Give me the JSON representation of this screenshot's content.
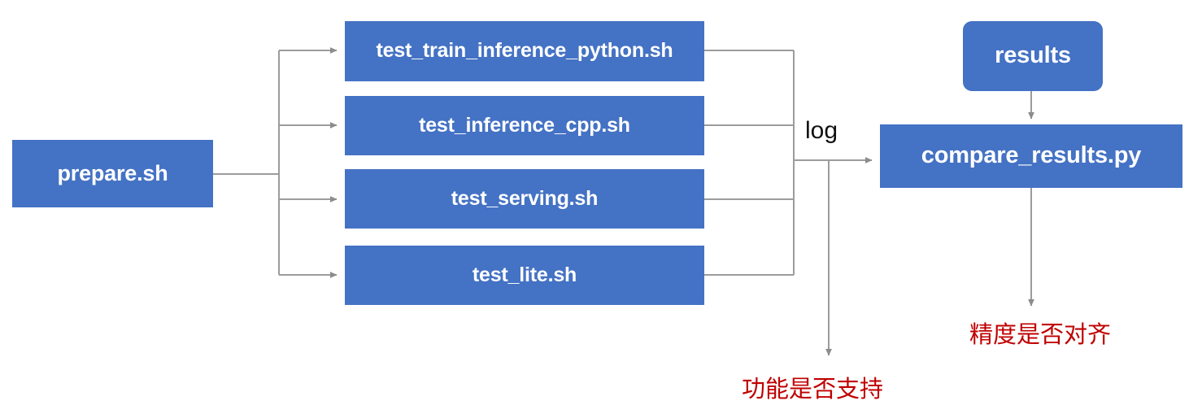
{
  "diagram": {
    "title": "PaddlePaddle TIPC test script flow",
    "background_color": "#ffffff",
    "node_fill_color": "#4472C4",
    "node_text_color": "#ffffff",
    "connector_color": "#9C9C9C",
    "note_color": "#C00000"
  },
  "nodes": {
    "prepare": {
      "label": "prepare.sh"
    },
    "test_train_inference_python": {
      "label": "test_train_inference_python.sh"
    },
    "test_inference_cpp": {
      "label": "test_inference_cpp.sh"
    },
    "test_serving": {
      "label": "test_serving.sh"
    },
    "test_lite": {
      "label": "test_lite.sh"
    },
    "results": {
      "label": "results"
    },
    "compare_results": {
      "label": "compare_results.py"
    }
  },
  "edges": {
    "log_label": "log"
  },
  "notes": {
    "function_support": "功能是否支持",
    "precision_aligned": "精度是否对齐"
  }
}
